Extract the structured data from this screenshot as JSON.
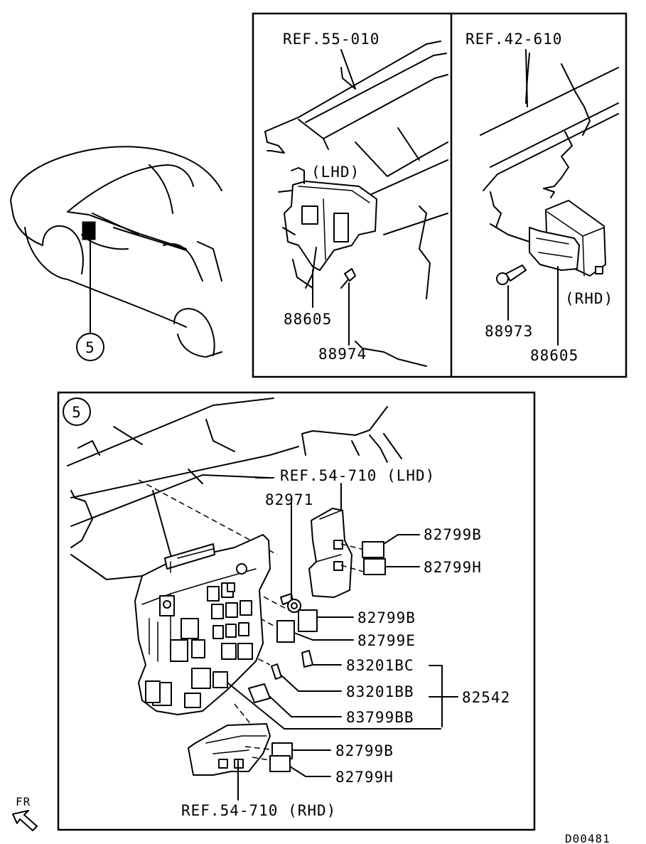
{
  "labels": {
    "ref_55_010": "REF.55-010",
    "ref_42_610": "REF.42-610",
    "lhd_tag": "(LHD)",
    "rhd_tag": "(RHD)",
    "top_lhd_88605": "88605",
    "top_lhd_88974": "88974",
    "top_rhd_88973": "88973",
    "top_rhd_88605": "88605",
    "callout_5_car": "5",
    "callout_5_detail": "5",
    "ref_54_710_lhd": "REF.54-710 (LHD)",
    "p_82971": "82971",
    "p_82799B_a": "82799B",
    "p_82799H_a": "82799H",
    "p_82799B_b": "82799B",
    "p_82799E": "82799E",
    "p_83201BC": "83201BC",
    "p_83201BB": "83201BB",
    "p_83799BB": "83799BB",
    "p_82542": "82542",
    "p_82799B_c": "82799B",
    "p_82799H_c": "82799H",
    "ref_54_710_rhd": "REF.54-710 (RHD)",
    "fr_arrow": "FR",
    "diagram_code": "D00481"
  }
}
